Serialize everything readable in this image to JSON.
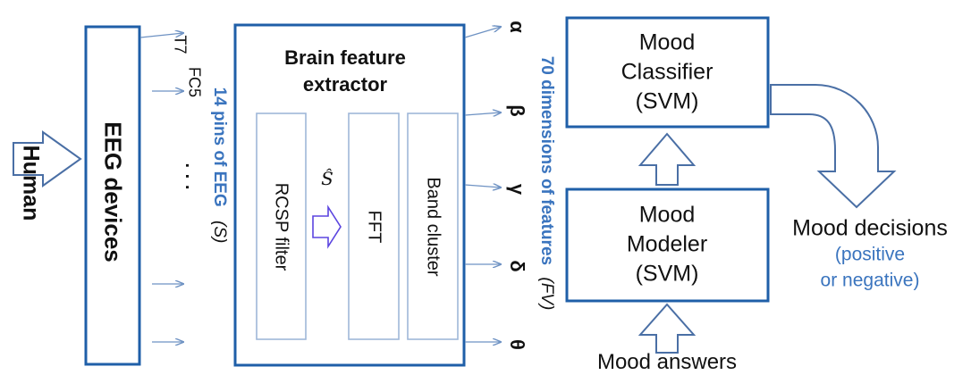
{
  "human": {
    "label": "Human"
  },
  "eeg_devices": {
    "label": "EEG devices"
  },
  "pins": {
    "channels": [
      "T7",
      "FC5"
    ],
    "ellipsis": "· · ·",
    "title": "14 pins of EEG",
    "symbol": "(S)"
  },
  "extractor": {
    "title_line1": "Brain feature",
    "title_line2": "extractor",
    "rcsp": "RCSP filter",
    "s_hat": "Ŝ",
    "fft": "FFT",
    "band": "Band cluster"
  },
  "bands": [
    "α",
    "β",
    "γ",
    "δ",
    "θ"
  ],
  "features": {
    "title": "70 dimensions of features",
    "symbol": "(FV)"
  },
  "classifier": {
    "line1": "Mood",
    "line2": "Classifier",
    "line3": "(SVM)"
  },
  "modeler": {
    "line1": "Mood",
    "line2": "Modeler",
    "line3": "(SVM)"
  },
  "decisions": {
    "title": "Mood decisions",
    "sub1": "(positive",
    "sub2": "or negative)"
  },
  "answers": {
    "label": "Mood answers"
  },
  "colors": {
    "box": "#1f5fa8",
    "arrow": "#6e92c3",
    "accent": "#3a74be",
    "text": "#111111"
  }
}
